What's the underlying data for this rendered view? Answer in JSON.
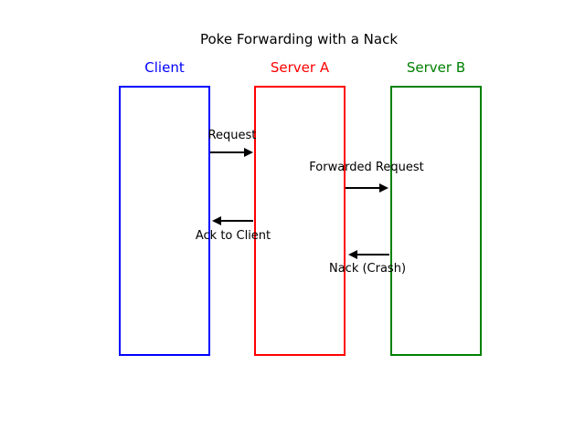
{
  "title": "Poke Forwarding with a Nack",
  "actors": [
    {
      "name": "Client",
      "color": "#0000ff"
    },
    {
      "name": "Server A",
      "color": "#ff0000"
    },
    {
      "name": "Server B",
      "color": "#008000"
    }
  ],
  "messages": [
    {
      "label": "Request",
      "from": "Client",
      "to": "Server A",
      "direction": "right"
    },
    {
      "label": "Forwarded Request",
      "from": "Server A",
      "to": "Server B",
      "direction": "right"
    },
    {
      "label": "Ack to Client",
      "from": "Server A",
      "to": "Client",
      "direction": "left"
    },
    {
      "label": "Nack (Crash)",
      "from": "Server B",
      "to": "Server A",
      "direction": "left"
    }
  ],
  "colors": {
    "background": "#ffffff",
    "title_text": "#000000",
    "arrow": "#000000"
  }
}
